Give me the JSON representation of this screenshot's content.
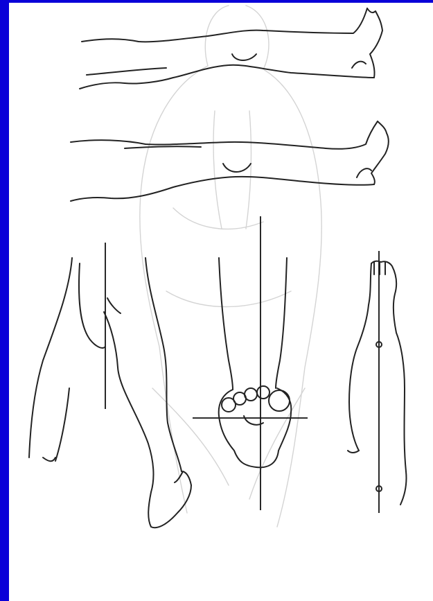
{
  "figure": {
    "frame_color": "#0a00d8",
    "background_color": "#ffffff",
    "ink_color": "#222222",
    "panels": [
      {
        "id": "leg-lateral-1",
        "icon": "lying-leg-lateral-view"
      },
      {
        "id": "leg-lateral-2",
        "icon": "lying-leg-lateral-view"
      },
      {
        "id": "legs-posterior",
        "icon": "legs-posterior-view"
      },
      {
        "id": "foot-axial",
        "icon": "foot-plantar-axis-view"
      },
      {
        "id": "leg-anterior",
        "icon": "leg-anterior-view-with-axis"
      }
    ]
  }
}
